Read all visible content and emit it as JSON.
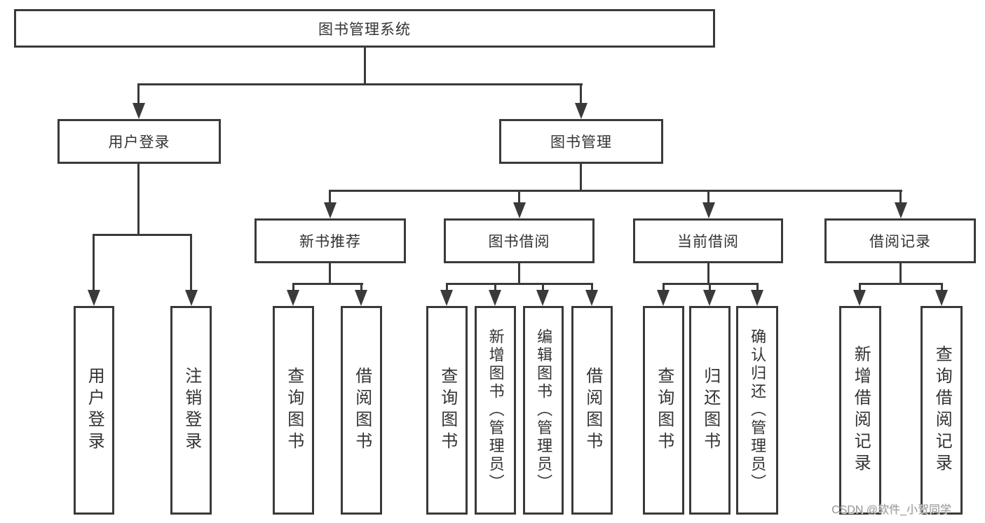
{
  "nodes": {
    "root": "图书管理系统",
    "user_login": "用户登录",
    "book_mgmt": "图书管理",
    "new_books": "新书推荐",
    "book_borrow": "图书借阅",
    "current_borrow": "当前借阅",
    "borrow_records": "借阅记录",
    "ul_login": "用户登录",
    "ul_logout": "注销登录",
    "nb_search": "查询图书",
    "nb_borrow": "借阅图书",
    "bb_search": "查询图书",
    "bb_add": "新增图书（管理员）",
    "bb_edit": "编辑图书（管理员）",
    "bb_borrow": "借阅图书",
    "cb_search": "查询图书",
    "cb_return": "归还图书",
    "cb_confirm": "确认归还（管理员）",
    "br_add": "新增借阅记录",
    "br_search": "查询借阅记录"
  },
  "hierarchy": {
    "图书管理系统": {
      "用户登录": [
        "用户登录",
        "注销登录"
      ],
      "图书管理": {
        "新书推荐": [
          "查询图书",
          "借阅图书"
        ],
        "图书借阅": [
          "查询图书",
          "新增图书（管理员）",
          "编辑图书（管理员）",
          "借阅图书"
        ],
        "当前借阅": [
          "查询图书",
          "归还图书",
          "确认归还（管理员）"
        ],
        "借阅记录": [
          "新增借阅记录",
          "查询借阅记录"
        ]
      }
    }
  },
  "watermark": "CSDN @软件_小贺同学",
  "colors": {
    "line": "#3a3a3a",
    "text": "#333333",
    "box_background": "#ffffff",
    "page_background": "#ffffff",
    "watermark": "#9c9c9c"
  }
}
